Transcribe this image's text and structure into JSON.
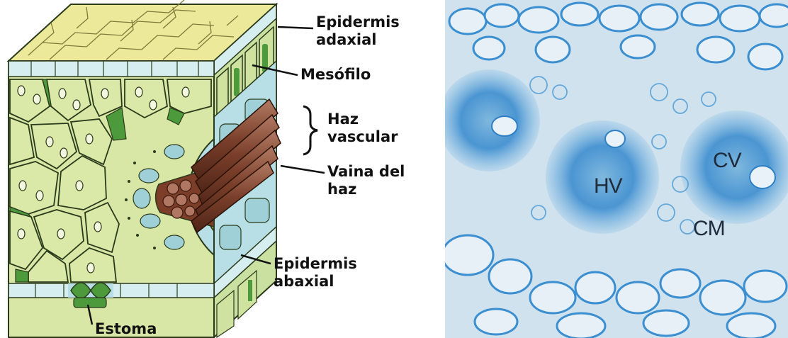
{
  "diagram": {
    "labels": {
      "epidermis_adaxial_1": "Epidermis",
      "epidermis_adaxial_2": "adaxial",
      "mesofilo": "Mesófilo",
      "haz_vascular_1": "Haz",
      "haz_vascular_2": "vascular",
      "vaina_1": "Vaina del",
      "vaina_2": "haz",
      "epidermis_abaxial_1": "Epidermis",
      "epidermis_abaxial_2": "abaxial",
      "estoma": "Estoma"
    },
    "colors": {
      "top_surface": "#ecea9a",
      "mesophyll": "#d8e7a5",
      "cell_wall": "#2a3a1a",
      "sheath": "#b7dfe5",
      "vascular": "#8a4a35",
      "shadow_green": "#4c9a3b"
    }
  },
  "micrograph": {
    "labels": {
      "hv": "HV",
      "cv": "CV",
      "cm": "CM"
    },
    "colors": {
      "stain": "#3b8ed0",
      "background": "#cfe2ee"
    }
  }
}
